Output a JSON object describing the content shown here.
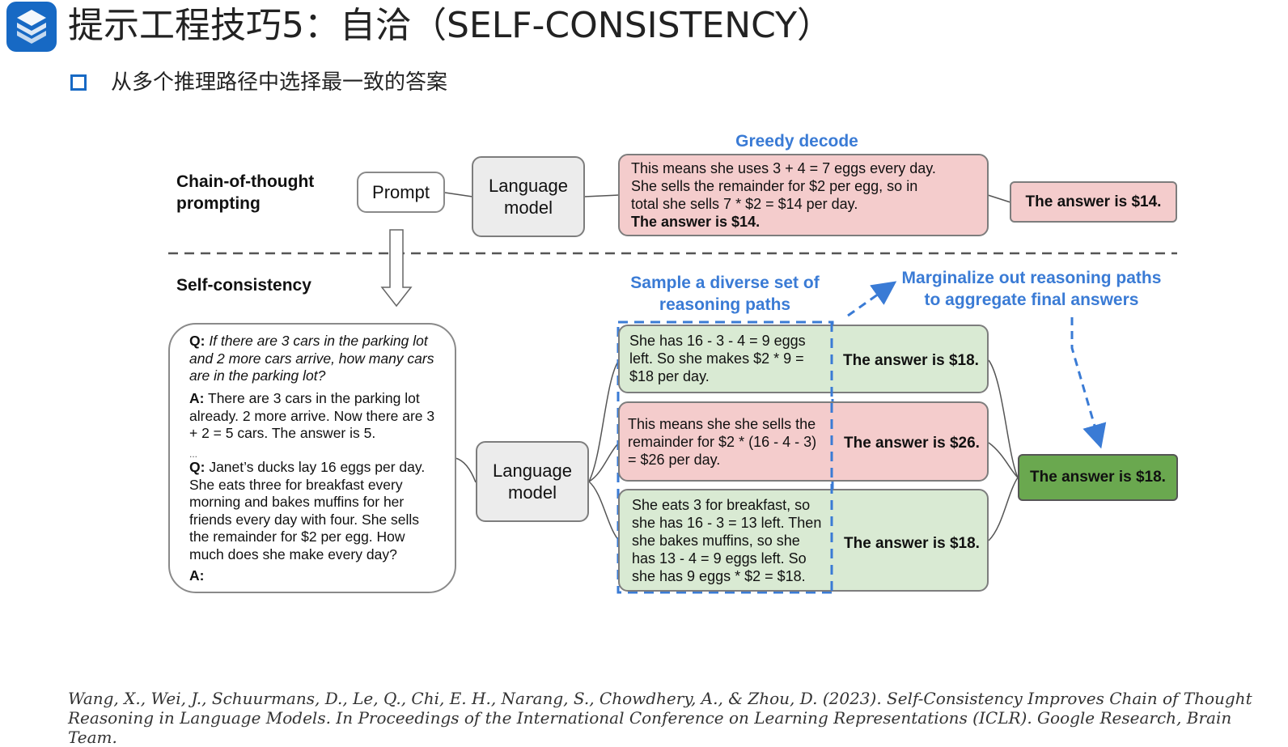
{
  "header": {
    "title": "提示工程技巧5：自洽（SELF-CONSISTENCY）",
    "subtitle": "从多个推理路径中选择最一致的答案"
  },
  "diagram": {
    "cot_label": "Chain-of-thought\nprompting",
    "prompt_label": "Prompt",
    "lm_label": "Language\nmodel",
    "greedy_label": "Greedy decode",
    "greedy_text": "This means she uses 3 + 4 = 7 eggs every day.\nShe sells the remainder for $2 per egg, so in\ntotal she sells 7 * $2 = $14 per day.",
    "greedy_answer_inline": "The answer is $14.",
    "greedy_answer": "The answer is $14.",
    "sc_label": "Self-consistency",
    "sample_label": "Sample a diverse set of\nreasoning paths",
    "marginalize_label": "Marginalize out reasoning paths\nto aggregate final answers",
    "prompt_block": {
      "q1_label": "Q:",
      "q1": " If there are 3 cars in the parking lot and 2 more cars arrive, how many cars are in the parking lot?",
      "a1_label": "A:",
      "a1": " There are 3 cars in the parking lot already. 2 more arrive. Now there are 3 + 2 = 5 cars. The answer is 5.",
      "ellipsis": "...",
      "q2_label": "Q:",
      "q2": " Janet’s ducks lay 16 eggs per day. She eats three for breakfast every morning and bakes muffins for her friends every day with four. She sells the remainder for $2 per egg. How much does she make every day?",
      "a2_label": "A:"
    },
    "paths": [
      {
        "text": "She has 16 - 3 - 4 = 9 eggs\nleft. So she makes $2 * 9 =\n$18 per day.",
        "answer": "The answer is $18."
      },
      {
        "text": "This means she she sells the\nremainder for $2 * (16 - 4 - 3)\n= $26 per day.",
        "answer": "The answer is $26."
      },
      {
        "text": "She eats 3 for breakfast, so\nshe has 16 - 3 = 13 left. Then\nshe bakes muffins, so she\nhas 13 - 4 = 9 eggs left. So\nshe has 9 eggs * $2 = $18.",
        "answer": "The answer is $18."
      }
    ],
    "final_answer": "The answer is $18."
  },
  "citation": "Wang, X., Wei, J., Schuurmans, D., Le, Q., Chi, E. H., Narang, S., Chowdhery, A., & Zhou, D. (2023). Self-Consistency Improves Chain of Thought Reasoning in Language Models. In Proceedings of the International Conference on Learning Representations (ICLR). Google Research, Brain Team."
}
